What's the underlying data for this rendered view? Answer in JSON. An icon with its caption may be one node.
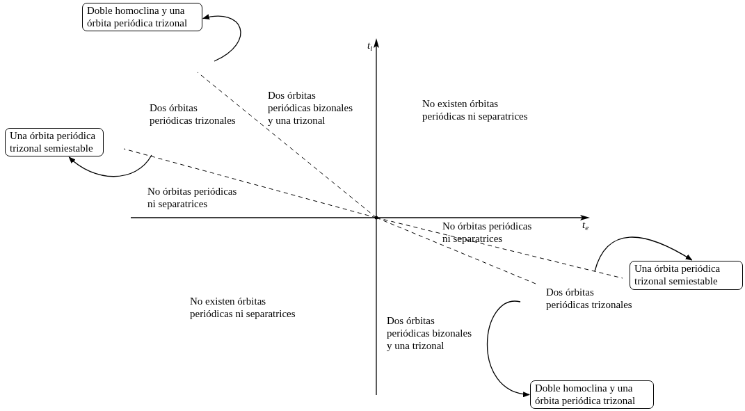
{
  "diagram": {
    "nodes": [
      {
        "text": [
          "Doble homoclina y una órbita periódica trizonal"
        ]
      },
      {
        "text": [
          "Una órbita periódica trizonal semiestable"
        ]
      },
      {
        "text": [
          "Una órbita periódica trizonal semiestable"
        ]
      },
      {
        "text": [
          "Doble homoclina y una órbita periódica trizonal"
        ]
      }
    ],
    "edges": [
      {
        "from": null,
        "to": 0,
        "arrow": "to"
      },
      {
        "from": null,
        "to": 1,
        "arrow": "to"
      },
      {
        "from": null,
        "to": 2,
        "arrow": "to"
      },
      {
        "from": null,
        "to": 3,
        "arrow": "to"
      }
    ],
    "labels": [
      "t$_{i}$",
      "Dos órbitas periódicas bizonales y una trizonal",
      "Dos órbitas periódicas trizonales",
      "No existen órbitas periódicas ni separatrices",
      "No órbitas periódicas ni separatrices",
      "t$_{e}$",
      "No órbitas periódicas ni separatrices",
      "Dos órbitas periódicas trizonales",
      "No existen órbitas periódicas ni separatrices",
      "Dos órbitas periódicas bizonales y una trizonal"
    ]
  }
}
